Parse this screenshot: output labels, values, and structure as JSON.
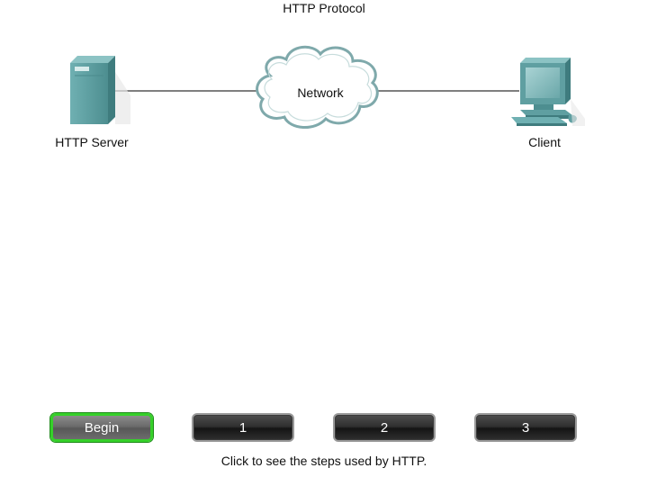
{
  "title": "HTTP Protocol",
  "nodes": {
    "server": {
      "label": "HTTP Server",
      "icon": "server-icon"
    },
    "network": {
      "label": "Network",
      "icon": "cloud-icon"
    },
    "client": {
      "label": "Client",
      "icon": "computer-icon"
    }
  },
  "buttons": [
    {
      "label": "Begin",
      "active": true
    },
    {
      "label": "1",
      "active": false
    },
    {
      "label": "2",
      "active": false
    },
    {
      "label": "3",
      "active": false
    }
  ],
  "caption": "Click to see the steps used by HTTP.",
  "colors": {
    "device_teal": "#5e9ea0",
    "cloud_fill": "#ffffff",
    "cloud_stroke": "#6e9ea0",
    "active_border": "#36d02a"
  }
}
